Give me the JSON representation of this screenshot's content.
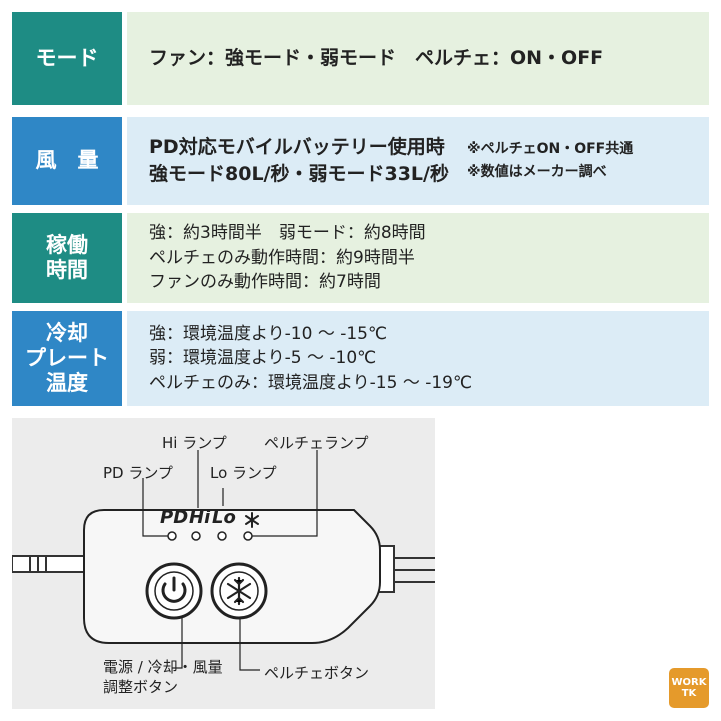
{
  "rows": [
    {
      "head": "モード",
      "text": "ファン：強モード・弱モード　ペルチェ：ON・OFF"
    },
    {
      "head": "風　量",
      "lines": [
        "PD対応モバイルバッテリー使用時",
        "強モード80L/秒・弱モード33L/秒"
      ],
      "notes": [
        "※ペルチェON・OFF共通",
        "※数値はメーカー調べ"
      ]
    },
    {
      "head_lines": [
        "稼働",
        "時間"
      ],
      "lines": [
        "強：約3時間半　弱モード：約8時間",
        "ペルチェのみ動作時間：約9時間半",
        "ファンのみ動作時間：約7時間"
      ]
    },
    {
      "head_lines": [
        "冷却",
        "プレート",
        "温度"
      ],
      "lines": [
        "強：環境温度より-10 ～ -15℃",
        "弱：環境温度より-5 ～ -10℃",
        "ペルチェのみ：環境温度より-15 ～ -19℃"
      ]
    }
  ],
  "diagram": {
    "labels": {
      "hi_lamp": "Hi ランプ",
      "peltier_lamp": "ペルチェランプ",
      "pd_lamp": "PD ランプ",
      "lo_lamp": "Lo ランプ",
      "power_button_1": "電源 / 冷却・風量",
      "power_button_2": "調整ボタン",
      "peltier_button": "ペルチェボタン"
    },
    "device_text": {
      "pd": "PD",
      "hi": "Hi",
      "lo": "Lo"
    },
    "icons": {
      "power": "power-icon",
      "snow": "snowflake-icon"
    },
    "colors": {
      "lamp_line": "#222222",
      "body": "#f7f7f7"
    }
  },
  "logo": {
    "line1": "WORK",
    "line2": "TK"
  }
}
